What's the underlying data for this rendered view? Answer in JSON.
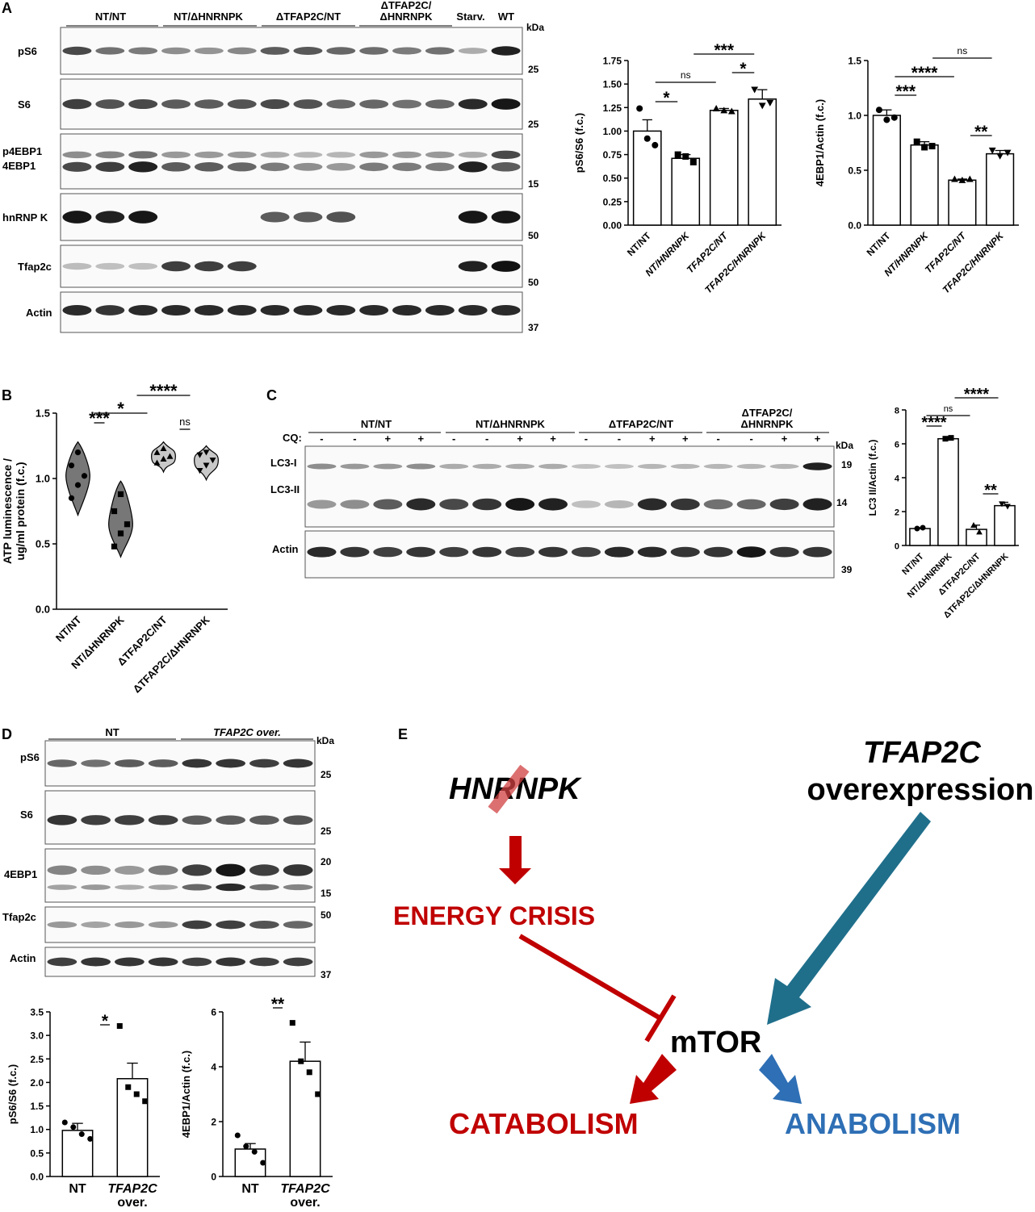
{
  "panels": {
    "A": {
      "letter": "A",
      "groups": [
        "NT/NT",
        "NT/ΔHNRNPK",
        "ΔTFAP2C/NT",
        "ΔTFAP2C/",
        "ΔHNRNPK",
        "Starv.",
        "WT"
      ],
      "kda": "kDa",
      "blots": [
        {
          "label": "pS6",
          "marker": "25"
        },
        {
          "label": "S6",
          "marker": "25"
        },
        {
          "label": "p4EBP1",
          "label2": "4EBP1",
          "marker": "15"
        },
        {
          "label": "hnRNP K",
          "marker": "50"
        },
        {
          "label": "Tfap2c",
          "marker": "50"
        },
        {
          "label": "Actin",
          "marker": "37"
        }
      ]
    },
    "B": {
      "letter": "B"
    },
    "C": {
      "letter": "C",
      "groups": [
        "NT/NT",
        "NT/ΔHNRNPK",
        "ΔTFAP2C/NT",
        "ΔTFAP2C/",
        "ΔHNRNPK"
      ],
      "cq_label": "CQ:",
      "cq": [
        "-",
        "-",
        "+",
        "+",
        "-",
        "-",
        "+",
        "+",
        "-",
        "-",
        "+",
        "+",
        "-",
        "-",
        "+",
        "+"
      ],
      "kda": "kDa",
      "blots": [
        {
          "label": "LC3-I",
          "label2": "LC3-II",
          "marker": "19",
          "marker2": "14"
        },
        {
          "label": "Actin",
          "marker": "39"
        }
      ]
    },
    "D": {
      "letter": "D",
      "groups": [
        "NT",
        "TFAP2C over."
      ],
      "kda": "kDa",
      "blots": [
        {
          "label": "pS6",
          "marker": "25"
        },
        {
          "label": "S6",
          "marker": "25"
        },
        {
          "label": "4EBP1",
          "marker": "20",
          "marker2": "15"
        },
        {
          "label": "Tfap2c",
          "marker": "50"
        },
        {
          "label": "Actin",
          "marker": "37"
        }
      ]
    },
    "E": {
      "letter": "E",
      "hnrnpk": "HNRNPK",
      "tfap2c": "TFAP2C",
      "overexpression": "overexpression",
      "energy_crisis": "ENERGY CRISIS",
      "mtor": "mTOR",
      "catabolism": "CATABOLISM",
      "anabolism": "ANABOLISM",
      "colors": {
        "red": "#c00000",
        "blue": "#1f6f8b",
        "blue2": "#2e6fb5"
      }
    }
  },
  "chart_data": [
    {
      "id": "A_pS6",
      "type": "bar",
      "ylabel": "pS6/S6 (f.c.)",
      "ylim": [
        0,
        1.75
      ],
      "yticks": [
        "0.00",
        "0.25",
        "0.50",
        "0.75",
        "1.00",
        "1.25",
        "1.50",
        "1.75"
      ],
      "categories": [
        "NT/NT",
        "NT/HNRNPK",
        "TFAP2C/NT",
        "TFAP2C/HNRNPK"
      ],
      "values": [
        1.0,
        0.71,
        1.22,
        1.34
      ],
      "errors": [
        0.12,
        0.04,
        0.02,
        0.1
      ],
      "points": [
        [
          1.24,
          0.92,
          0.85
        ],
        [
          0.75,
          0.73,
          0.67
        ],
        [
          1.24,
          1.22,
          1.21
        ],
        [
          1.44,
          1.27,
          1.3
        ]
      ],
      "markers": [
        "circle",
        "square",
        "triangle",
        "inv-triangle"
      ],
      "significance": [
        {
          "from": 0,
          "to": 1,
          "label": "*"
        },
        {
          "from": 0,
          "to": 2,
          "label": "ns"
        },
        {
          "from": 2,
          "to": 3,
          "label": "*"
        },
        {
          "from": 1,
          "to": 3,
          "label": "***"
        }
      ]
    },
    {
      "id": "A_4EBP1",
      "type": "bar",
      "ylabel": "4EBP1/Actin (f.c.)",
      "ylim": [
        0,
        1.5
      ],
      "yticks": [
        "0.0",
        "0.5",
        "1.0",
        "1.5"
      ],
      "categories": [
        "NT/NT",
        "NT/HNRNPK",
        "TFAP2C/NT",
        "TFAP2C/HNRNPK"
      ],
      "values": [
        1.0,
        0.73,
        0.41,
        0.65
      ],
      "errors": [
        0.05,
        0.03,
        0.01,
        0.03
      ],
      "points": [
        [
          1.05,
          0.96,
          0.98
        ],
        [
          0.76,
          0.71,
          0.72
        ],
        [
          0.42,
          0.41,
          0.42
        ],
        [
          0.68,
          0.63,
          0.66
        ]
      ],
      "markers": [
        "circle",
        "square",
        "triangle",
        "inv-triangle"
      ],
      "significance": [
        {
          "from": 0,
          "to": 1,
          "label": "***"
        },
        {
          "from": 2,
          "to": 3,
          "label": "**"
        },
        {
          "from": 0,
          "to": 2,
          "label": "****"
        },
        {
          "from": 1,
          "to": 3,
          "label": "ns"
        }
      ]
    },
    {
      "id": "B_ATP",
      "type": "violin",
      "ylabel": "ATP luminescence /",
      "ylabel2": "ug/ml protein (f.c.)",
      "ylim": [
        0,
        1.5
      ],
      "yticks": [
        "0.0",
        "0.5",
        "1.0",
        "1.5"
      ],
      "categories": [
        "NT/NT",
        "NT/ΔHNRNPK",
        "ΔTFAP2C/NT",
        "ΔTFAP2C/ΔHNRNPK"
      ],
      "ranges": [
        [
          0.72,
          1.28
        ],
        [
          0.4,
          0.98
        ],
        [
          1.05,
          1.28
        ],
        [
          0.99,
          1.25
        ]
      ],
      "points": [
        [
          0.85,
          0.95,
          1.02,
          1.1,
          1.2
        ],
        [
          0.48,
          0.58,
          0.65,
          0.75,
          0.88
        ],
        [
          1.12,
          1.15,
          1.17,
          1.2,
          1.23
        ],
        [
          1.06,
          1.1,
          1.14,
          1.18,
          1.2
        ]
      ],
      "markers": [
        "circle",
        "square",
        "triangle",
        "inv-triangle"
      ],
      "significance": [
        {
          "from": 0,
          "to": 1,
          "label": "***"
        },
        {
          "from": 2,
          "to": 3,
          "label": "ns"
        },
        {
          "from": 0,
          "to": 2,
          "label": "*"
        },
        {
          "from": 1,
          "to": 3,
          "label": "****"
        }
      ]
    },
    {
      "id": "C_LC3",
      "type": "bar",
      "ylabel": "LC3 II/Actin (f.c.)",
      "ylim": [
        0,
        8
      ],
      "yticks": [
        "0",
        "2",
        "4",
        "6",
        "8"
      ],
      "categories": [
        "NT/NT",
        "NT/ΔHNRNPK",
        "ΔTFAP2C/NT",
        "ΔTFAP2C/ΔHNRNPK"
      ],
      "values": [
        1.0,
        6.3,
        0.95,
        2.35
      ],
      "errors": [
        0.05,
        0.1,
        0.25,
        0.2
      ],
      "points": [
        [
          1.0,
          1.05
        ],
        [
          6.3,
          6.35
        ],
        [
          1.2,
          0.8
        ],
        [
          2.45,
          2.3
        ]
      ],
      "markers": [
        "circle",
        "square",
        "triangle",
        "inv-triangle"
      ],
      "significance": [
        {
          "from": 0,
          "to": 1,
          "label": "****"
        },
        {
          "from": 2,
          "to": 3,
          "label": "**"
        },
        {
          "from": 0,
          "to": 2,
          "label": "ns"
        },
        {
          "from": 1,
          "to": 3,
          "label": "****"
        }
      ]
    },
    {
      "id": "D_pS6",
      "type": "bar",
      "ylabel": "pS6/S6 (f.c.)",
      "ylim": [
        0,
        3.5
      ],
      "yticks": [
        "0.0",
        "0.5",
        "1.0",
        "1.5",
        "2.0",
        "2.5",
        "3.0",
        "3.5"
      ],
      "categories": [
        "NT",
        "TFAP2C",
        "over."
      ],
      "values": [
        0.98,
        2.08
      ],
      "errors": [
        0.15,
        0.33
      ],
      "points": [
        [
          1.15,
          1.05,
          0.9,
          0.8
        ],
        [
          3.2,
          1.9,
          1.75,
          1.6
        ]
      ],
      "markers": [
        "circle",
        "square"
      ],
      "significance": [
        {
          "from": 0,
          "to": 1,
          "label": "*"
        }
      ]
    },
    {
      "id": "D_4EBP1",
      "type": "bar",
      "ylabel": "4EBP1/Actin (f.c.)",
      "ylim": [
        0,
        6
      ],
      "yticks": [
        "0",
        "2",
        "4",
        "6"
      ],
      "categories": [
        "NT",
        "TFAP2C",
        "over."
      ],
      "values": [
        1.0,
        4.2
      ],
      "errors": [
        0.2,
        0.7
      ],
      "points": [
        [
          1.5,
          1.1,
          0.9,
          0.5
        ],
        [
          5.6,
          4.2,
          3.8,
          3.0
        ]
      ],
      "markers": [
        "circle",
        "square"
      ],
      "significance": [
        {
          "from": 0,
          "to": 1,
          "label": "**"
        }
      ]
    }
  ]
}
